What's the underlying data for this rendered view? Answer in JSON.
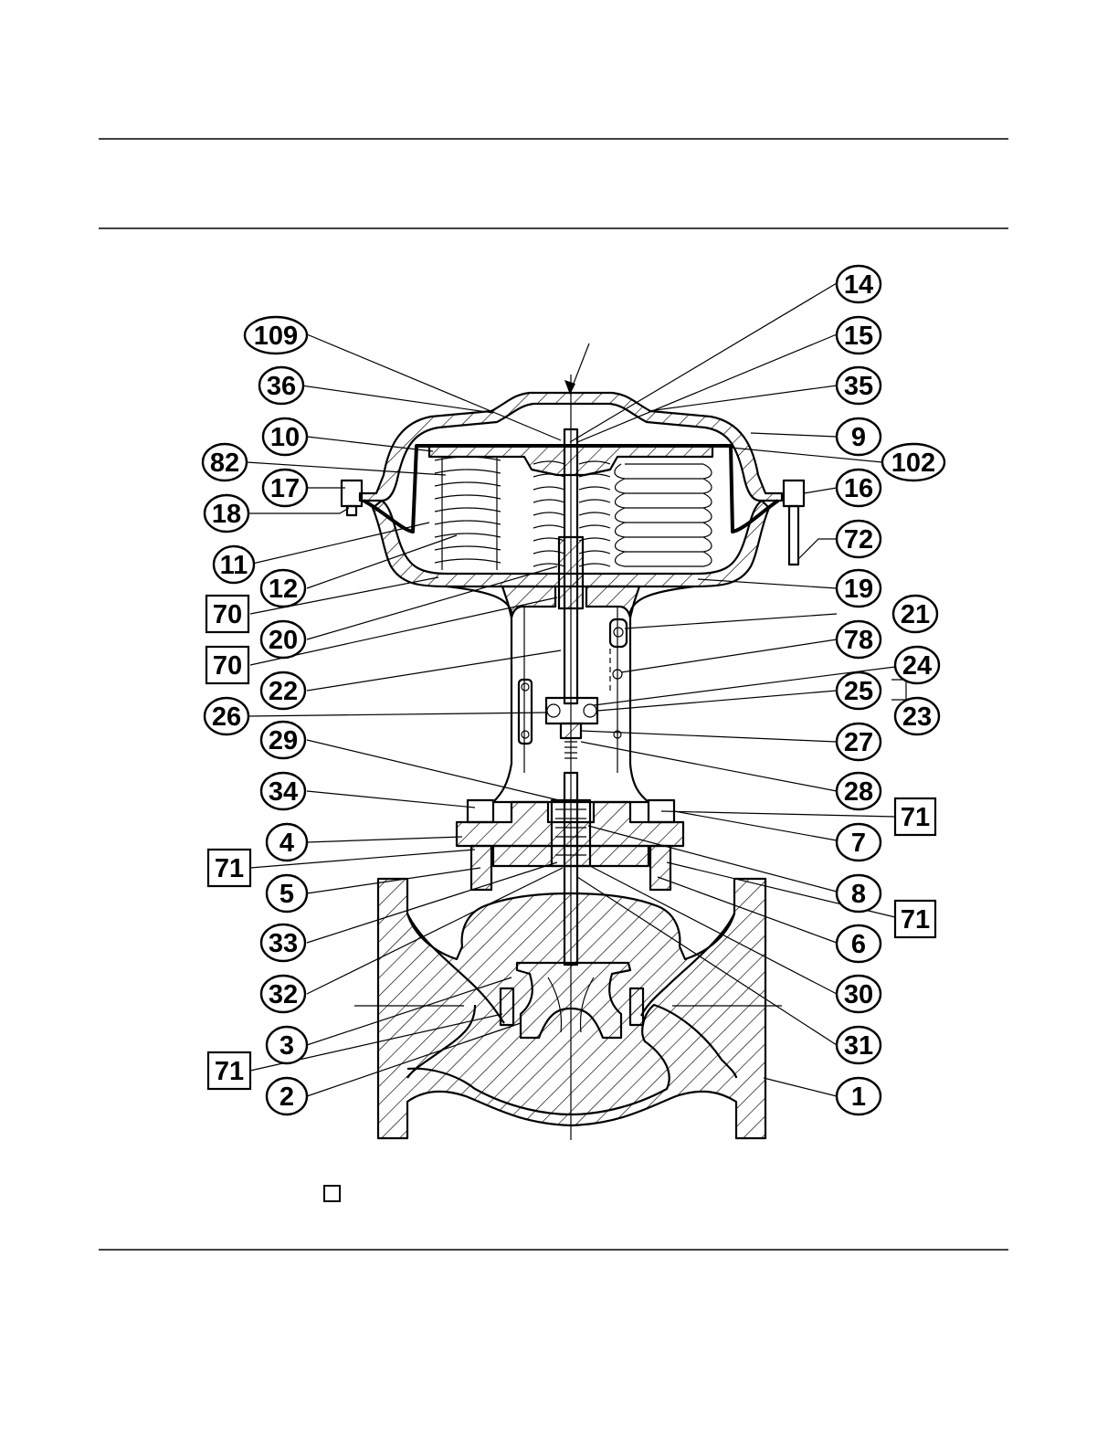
{
  "callouts": {
    "c14": "14",
    "c15": "15",
    "c35": "35",
    "c9": "9",
    "c102": "102",
    "c16": "16",
    "c72": "72",
    "c19": "19",
    "c21": "21",
    "c78": "78",
    "c24": "24",
    "c23": "23",
    "c25": "25",
    "c27": "27",
    "c28": "28",
    "c71a": "71",
    "c7": "7",
    "c8": "8",
    "c71b": "71",
    "c6": "6",
    "c30": "30",
    "c31": "31",
    "c1": "1",
    "c109": "109",
    "c36": "36",
    "c10": "10",
    "c82": "82",
    "c17": "17",
    "c18": "18",
    "c11": "11",
    "c12": "12",
    "c70a": "70",
    "c20": "20",
    "c70b": "70",
    "c22": "22",
    "c26": "26",
    "c29": "29",
    "c34": "34",
    "c4": "4",
    "c71c": "71",
    "c5": "5",
    "c33": "33",
    "c32": "32",
    "c3": "3",
    "c71d": "71",
    "c2": "2"
  },
  "legend": {
    "symbol": "square-box-icon"
  }
}
